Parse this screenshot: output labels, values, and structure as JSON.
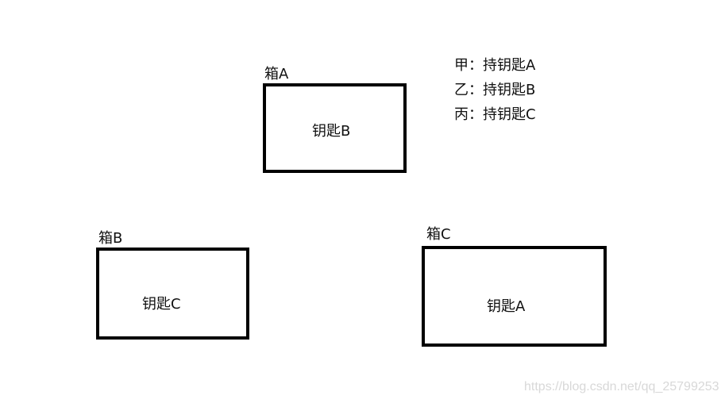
{
  "boxes": [
    {
      "title": "箱A",
      "content": "钥匙B"
    },
    {
      "title": "箱B",
      "content": "钥匙C"
    },
    {
      "title": "箱C",
      "content": "钥匙A"
    }
  ],
  "legend": [
    "甲：持钥匙A",
    "乙：持钥匙B",
    "丙：持钥匙C"
  ],
  "watermark": "https://blog.csdn.net/qq_25799253"
}
